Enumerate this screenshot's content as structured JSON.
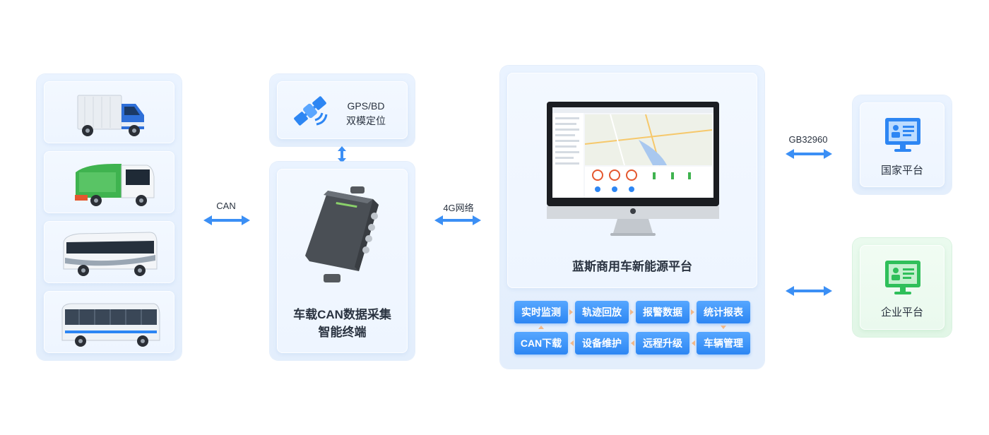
{
  "links": {
    "can": "CAN",
    "net_4g": "4G网络",
    "gb": "GB32960"
  },
  "gps": {
    "line1": "GPS/BD",
    "line2": "双模定位"
  },
  "terminal": {
    "line1": "车载CAN数据采集",
    "line2": "智能终端"
  },
  "platform": {
    "title": "蓝斯商用车新能源平台",
    "functions_row1": [
      "实时监测",
      "轨迹回放",
      "报警数据",
      "统计报表"
    ],
    "functions_row2": [
      "CAN下载",
      "设备维护",
      "远程升级",
      "车辆管理"
    ]
  },
  "national": {
    "label": "国家平台"
  },
  "enterprise": {
    "label": "企业平台"
  },
  "vehicles": [
    "truck",
    "sweeper",
    "coach-bus",
    "city-bus"
  ],
  "colors": {
    "accent": "#2d86f3",
    "national_bg": "#eaf3ff",
    "enterprise_bg": "#e8f8ec",
    "enterprise_icon": "#2fbf5a"
  }
}
